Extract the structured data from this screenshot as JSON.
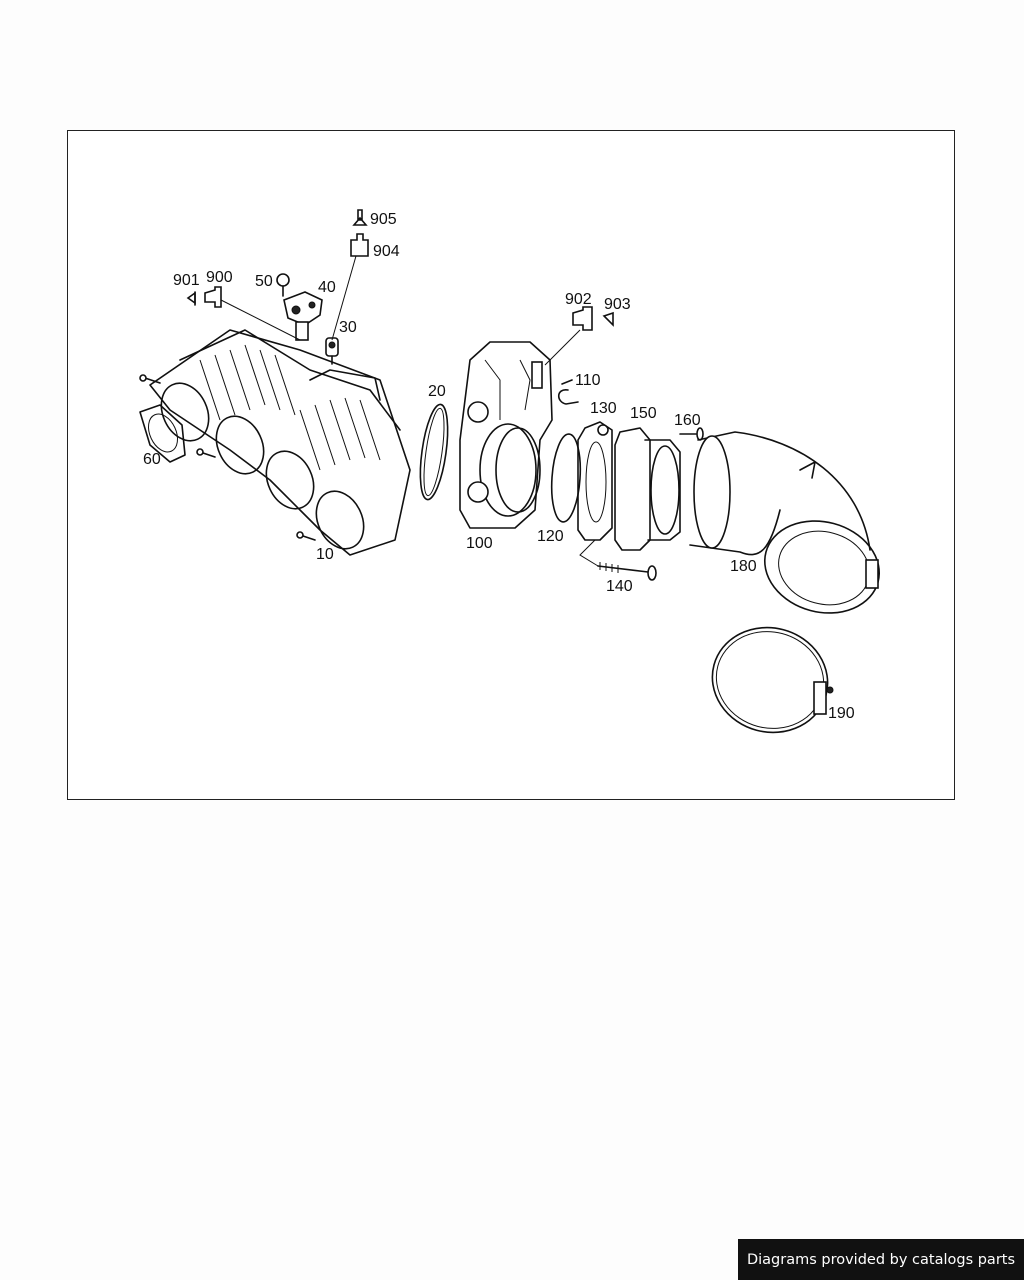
{
  "callouts": [
    {
      "id": "10",
      "label": "10"
    },
    {
      "id": "20",
      "label": "20"
    },
    {
      "id": "30",
      "label": "30"
    },
    {
      "id": "40",
      "label": "40"
    },
    {
      "id": "50",
      "label": "50"
    },
    {
      "id": "60",
      "label": "60"
    },
    {
      "id": "100",
      "label": "100"
    },
    {
      "id": "110",
      "label": "110"
    },
    {
      "id": "120",
      "label": "120"
    },
    {
      "id": "130",
      "label": "130"
    },
    {
      "id": "140",
      "label": "140"
    },
    {
      "id": "150",
      "label": "150"
    },
    {
      "id": "160",
      "label": "160"
    },
    {
      "id": "180",
      "label": "180"
    },
    {
      "id": "190",
      "label": "190"
    },
    {
      "id": "900",
      "label": "900"
    },
    {
      "id": "901",
      "label": "901"
    },
    {
      "id": "902",
      "label": "902"
    },
    {
      "id": "903",
      "label": "903"
    },
    {
      "id": "904",
      "label": "904"
    },
    {
      "id": "905",
      "label": "905"
    }
  ],
  "footer": {
    "text": "Diagrams provided by catalogs parts"
  },
  "colors": {
    "line": "#111111",
    "frame": "#222222",
    "badge_bg": "#111111",
    "badge_text": "#ffffff"
  }
}
